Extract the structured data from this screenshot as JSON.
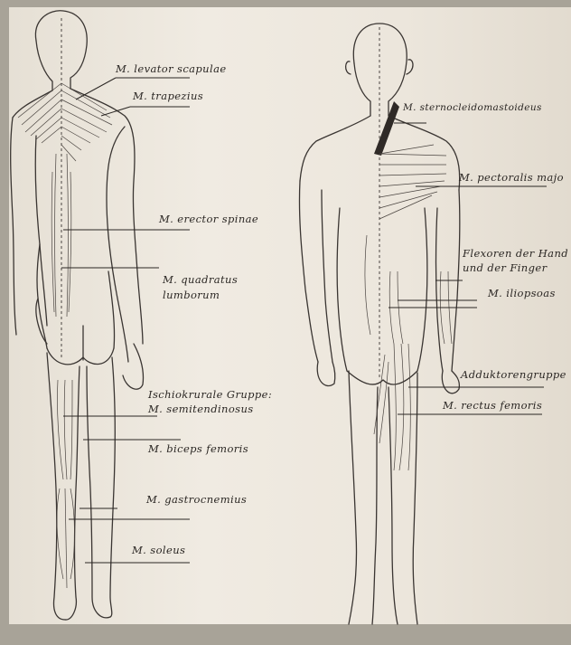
{
  "labels": {
    "levator_scapulae": "M. levator scapulae",
    "trapezius": "M. trapezius",
    "erector_spinae": "M. erector spinae",
    "quadratus_line1": "M. quadratus",
    "quadratus_line2": "lumborum",
    "ischio_line1": "Ischiokrurale Gruppe:",
    "ischio_line2": "M. semitendinosus",
    "biceps_femoris": "M. biceps femoris",
    "gastrocnemius": "M. gastrocnemius",
    "soleus": "M. soleus",
    "sternocleidomastoideus": "M. sternocleidomastoideus",
    "pectoralis_major": "M. pectoralis majo",
    "flexoren_line1": "Flexoren der Hand",
    "flexoren_line2": "und der Finger",
    "iliopsoas": "M. iliopsoas",
    "adduktoren": "Adduktorengruppe",
    "rectus_femoris": "M. rectus femoris"
  },
  "colors": {
    "ink": "#2a2623",
    "paper": "#ece6dc",
    "muscle_dark": "#2f2a27"
  }
}
